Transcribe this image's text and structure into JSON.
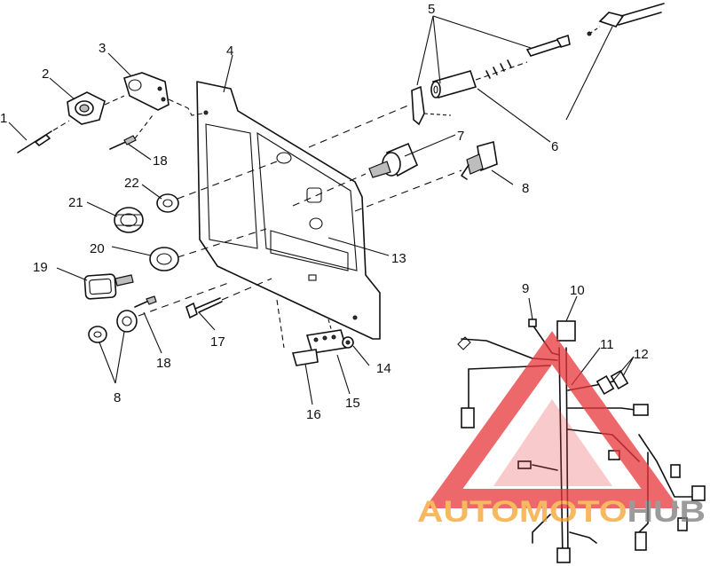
{
  "callouts": {
    "c1": "1",
    "c2": "2",
    "c3": "3",
    "c4": "4",
    "c5": "5",
    "c6": "6",
    "c7": "7",
    "c8a": "8",
    "c8b": "8",
    "c9": "9",
    "c10": "10",
    "c11": "11",
    "c12": "12",
    "c13": "13",
    "c14": "14",
    "c15": "15",
    "c16": "16",
    "c17": "17",
    "c18a": "18",
    "c18b": "18",
    "c19": "19",
    "c20": "20",
    "c21": "21",
    "c22": "22"
  },
  "watermark": {
    "brand": "AUTOMOTOHUB",
    "colors": {
      "triangle": "#e8363a",
      "text_orange": "#f5a22b",
      "text_gray": "#7a7a7a"
    }
  }
}
